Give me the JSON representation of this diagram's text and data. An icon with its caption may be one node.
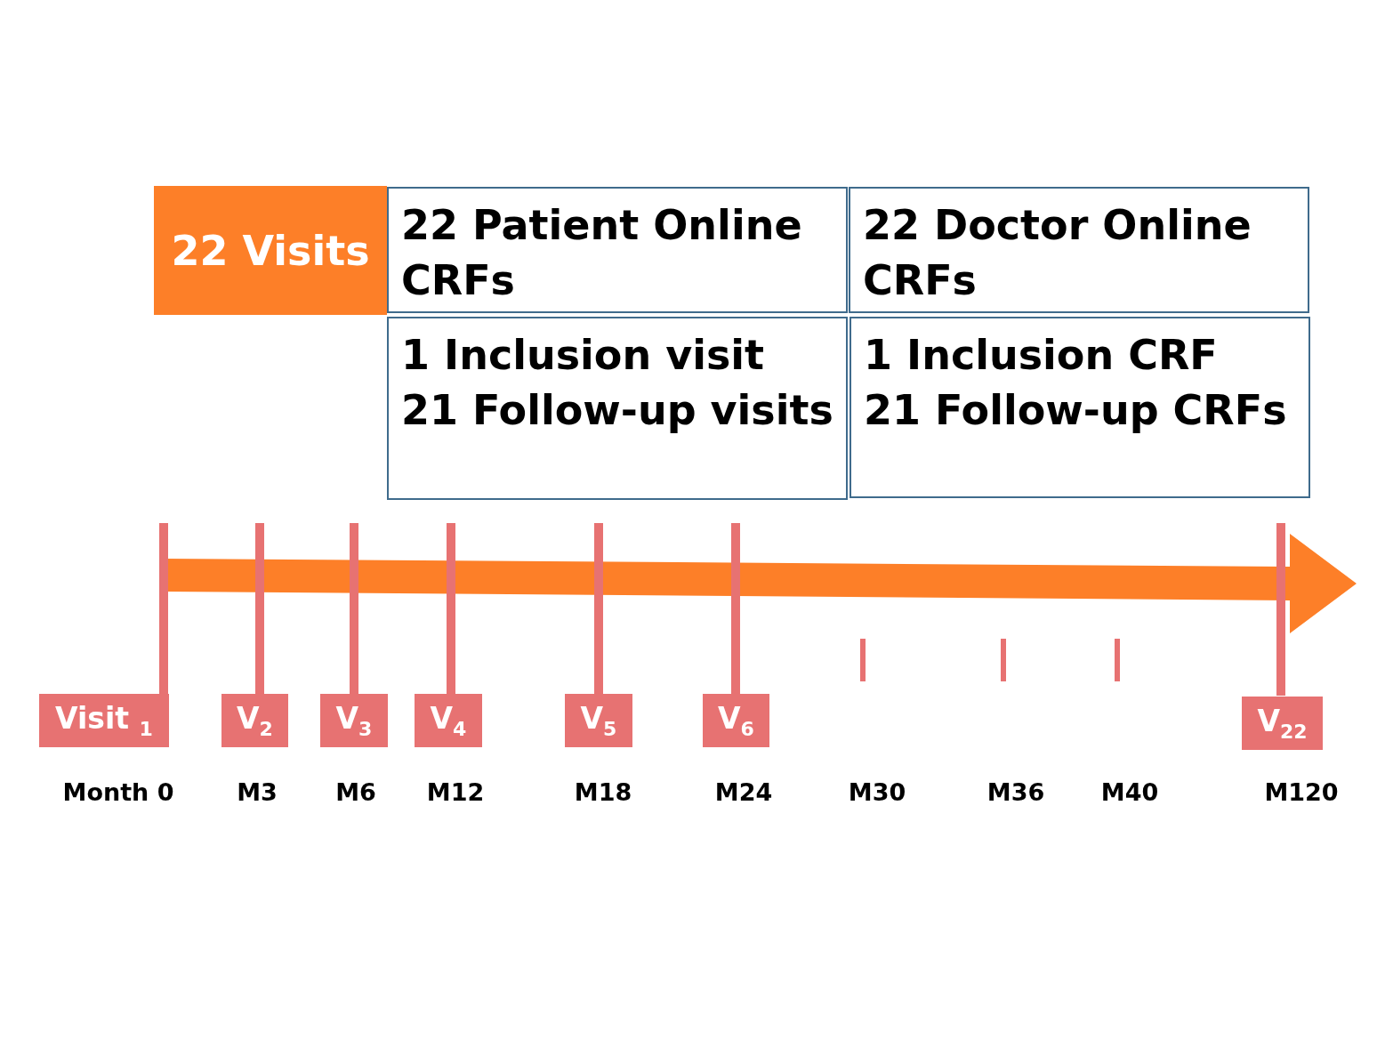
{
  "diagram": {
    "nodes": [
      {
        "text": [
          "22 Visits"
        ]
      },
      {
        "text": [
          "22 Patient Online CRFs"
        ]
      },
      {
        "text": [
          "22 Doctor Online CRFs"
        ]
      },
      {
        "text": [
          "1 Inclusion visit",
          "21 Follow-up visits"
        ]
      },
      {
        "text": [
          "1 Inclusion CRF",
          "21 Follow-up CRFs"
        ]
      },
      {
        "text": [
          "Visit $_{1}$"
        ]
      },
      {
        "text": [
          "V$_{2}$"
        ]
      },
      {
        "text": [
          "V$_{3}$"
        ]
      },
      {
        "text": [
          "V$_{4}$"
        ]
      },
      {
        "text": [
          "V$_{5}$"
        ]
      },
      {
        "text": [
          "V$_{6}$"
        ]
      },
      {
        "text": [
          "V$_{22}$"
        ]
      }
    ],
    "edges": [],
    "labels": [
      "Month 0",
      "M3",
      "M6",
      "M12",
      "M18",
      "M24",
      "M30",
      "M36",
      "M40",
      "M120"
    ]
  }
}
